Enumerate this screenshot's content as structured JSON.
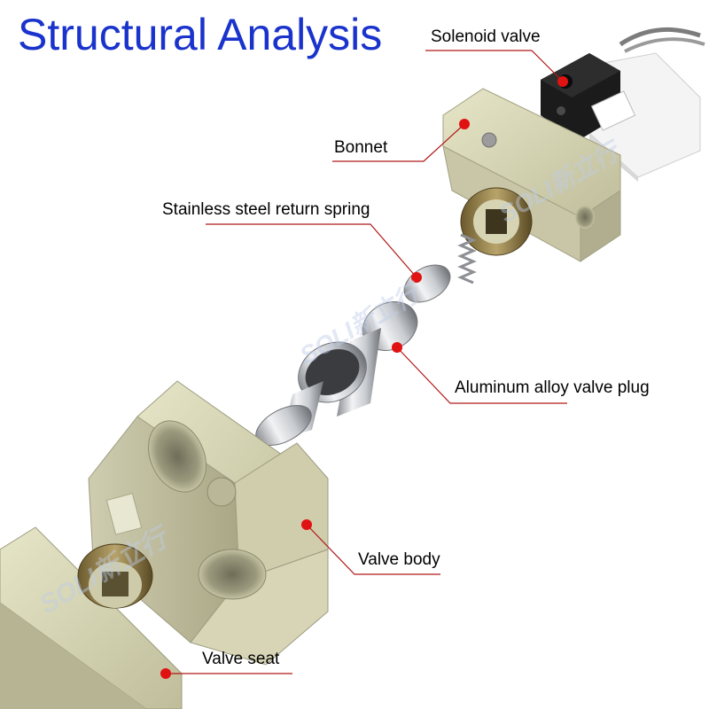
{
  "title": "Structural Analysis",
  "labels": {
    "solenoid_valve": "Solenoid valve",
    "bonnet": "Bonnet",
    "spring": "Stainless steel return spring",
    "valve_plug": "Aluminum alloy valve plug",
    "valve_body": "Valve body",
    "valve_seat": "Valve seat"
  },
  "watermark": "SOLI新立行",
  "colors": {
    "title": "#1a33cc",
    "leader_line": "#b01818",
    "dot": "#e01212",
    "metal": "#d9d8b6"
  }
}
